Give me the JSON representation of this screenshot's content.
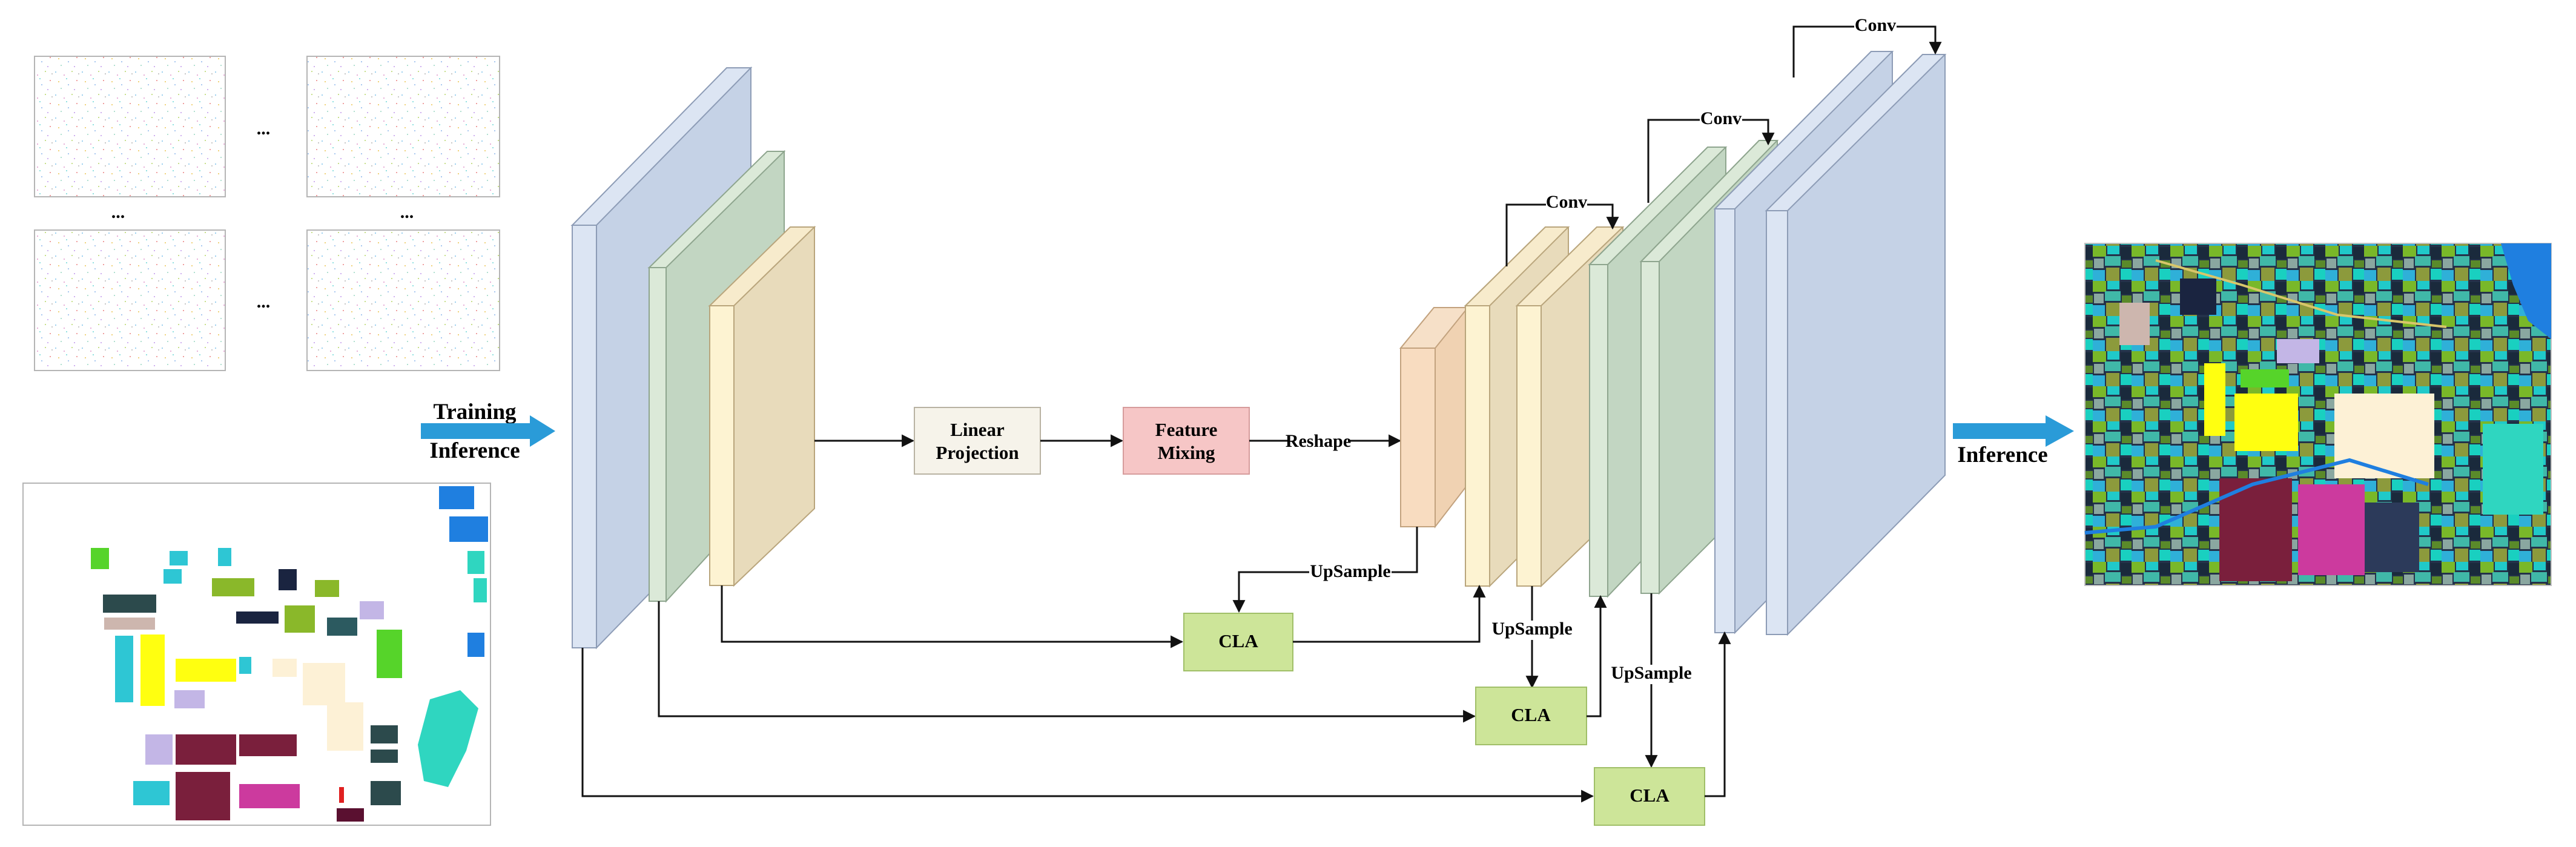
{
  "labels": {
    "training": "Training",
    "inference_left": "Inference",
    "inference_right": "Inference",
    "linear_projection_line1": "Linear",
    "linear_projection_line2": "Projection",
    "feature_mixing_line1": "Feature",
    "feature_mixing_line2": "Mixing",
    "reshape": "Reshape",
    "upsample_1": "UpSample",
    "upsample_2": "UpSample",
    "upsample_3": "UpSample",
    "cla_1": "CLA",
    "cla_2": "CLA",
    "cla_3": "CLA",
    "conv_1": "Conv",
    "conv_2": "Conv",
    "conv_3": "Conv",
    "ellipsis_1": "...",
    "ellipsis_2": "...",
    "ellipsis_3": "...",
    "ellipsis_4": "..."
  },
  "colors": {
    "blue_layer": "#c5d2e6",
    "blue_light": "#dce5f3",
    "green_layer": "#c2d6c2",
    "green_light": "#dbe9d8",
    "yellow_layer": "#e8dbbb",
    "yellow_light": "#fdf3d2",
    "peach_layer": "#f3d6b8",
    "linear_projection_fill": "#f6f3ea",
    "feature_mixing_fill": "#f6c6c6",
    "cla_fill": "#cde599",
    "arrow_blue": "#2a9bd8"
  }
}
